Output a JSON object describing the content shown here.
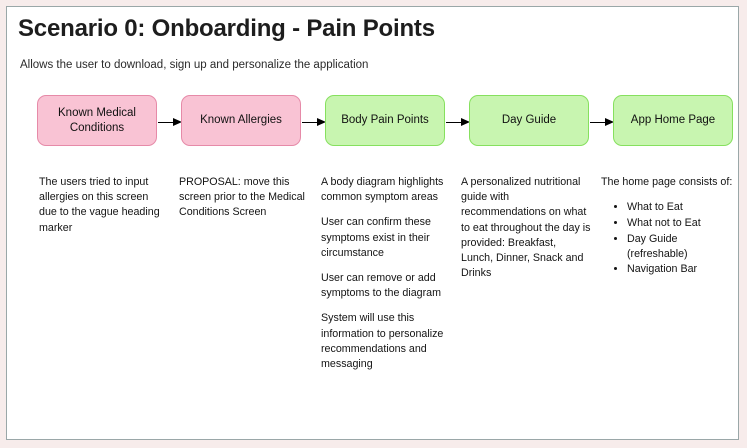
{
  "page": {
    "title": "Scenario 0: Onboarding - Pain Points",
    "subtitle": "Allows the user to download, sign up and personalize the application"
  },
  "colors": {
    "pink_fill": "#f9c3d4",
    "pink_border": "#e68aa8",
    "green_fill": "#c8f5b0",
    "green_border": "#86e05e",
    "frame_border": "#9aa7a8",
    "canvas": "#ffffff",
    "outer_background": "#f7eceb",
    "text": "#141414"
  },
  "flow": {
    "nodes": [
      {
        "label": "Known Medical Conditions",
        "color": "pink"
      },
      {
        "label": "Known Allergies",
        "color": "pink"
      },
      {
        "label": "Body Pain Points",
        "color": "green"
      },
      {
        "label": "Day Guide",
        "color": "green"
      },
      {
        "label": "App Home Page",
        "color": "green"
      }
    ],
    "arrow_count": 4
  },
  "columns": [
    {
      "paragraphs": [
        "The users tried to input allergies on this screen due to the vague heading marker"
      ],
      "bullets": []
    },
    {
      "paragraphs": [
        "PROPOSAL: move this screen prior to the Medical Conditions Screen"
      ],
      "bullets": []
    },
    {
      "paragraphs": [
        "A body diagram highlights common symptom areas",
        "User can confirm these symptoms exist in their circumstance",
        "User can remove or add symptoms to the diagram",
        "System will use this information to personalize recommendations and messaging"
      ],
      "bullets": []
    },
    {
      "paragraphs": [
        "A personalized nutritional guide with recommendations on what to eat throughout the day is provided: Breakfast, Lunch, Dinner, Snack and Drinks"
      ],
      "bullets": []
    },
    {
      "paragraphs": [
        "The home page consists of:"
      ],
      "bullets": [
        "What to Eat",
        "What not to Eat",
        "Day Guide (refreshable)",
        "Navigation Bar"
      ]
    }
  ]
}
